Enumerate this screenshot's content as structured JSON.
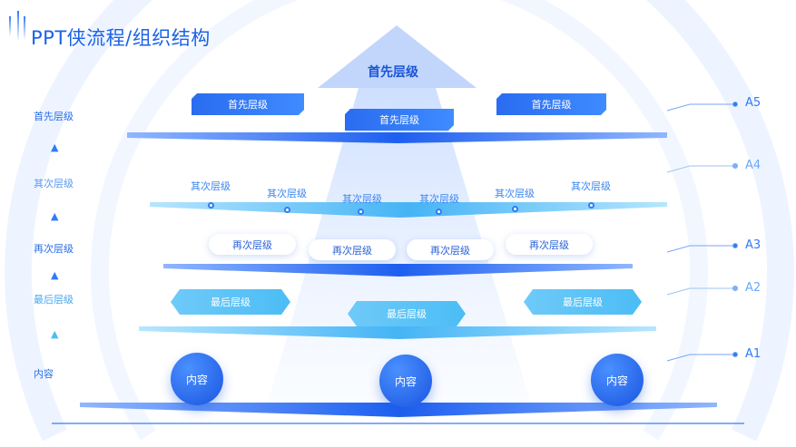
{
  "title": "PPT侠流程/组织结构",
  "left_labels": [
    "首先层级",
    "其次层级",
    "再次层级",
    "最后层级",
    "内容"
  ],
  "right_labels": [
    "A5",
    "A4",
    "A3",
    "A2",
    "A1"
  ],
  "arrow_label": "首先层级",
  "level1": [
    "首先层级",
    "首先层级",
    "首先层级"
  ],
  "level2": [
    "其次层级",
    "其次层级",
    "其次层级",
    "其次层级",
    "其次层级",
    "其次层级"
  ],
  "level3": [
    "再次层级",
    "再次层级",
    "再次层级",
    "再次层级"
  ],
  "level4": [
    "最后层级",
    "最后层级",
    "最后层级"
  ],
  "content": [
    "内容",
    "内容",
    "内容"
  ],
  "colors": {
    "primary": "#2a6cf0",
    "light": "#4bbdf5",
    "title": "#1a63e8"
  }
}
